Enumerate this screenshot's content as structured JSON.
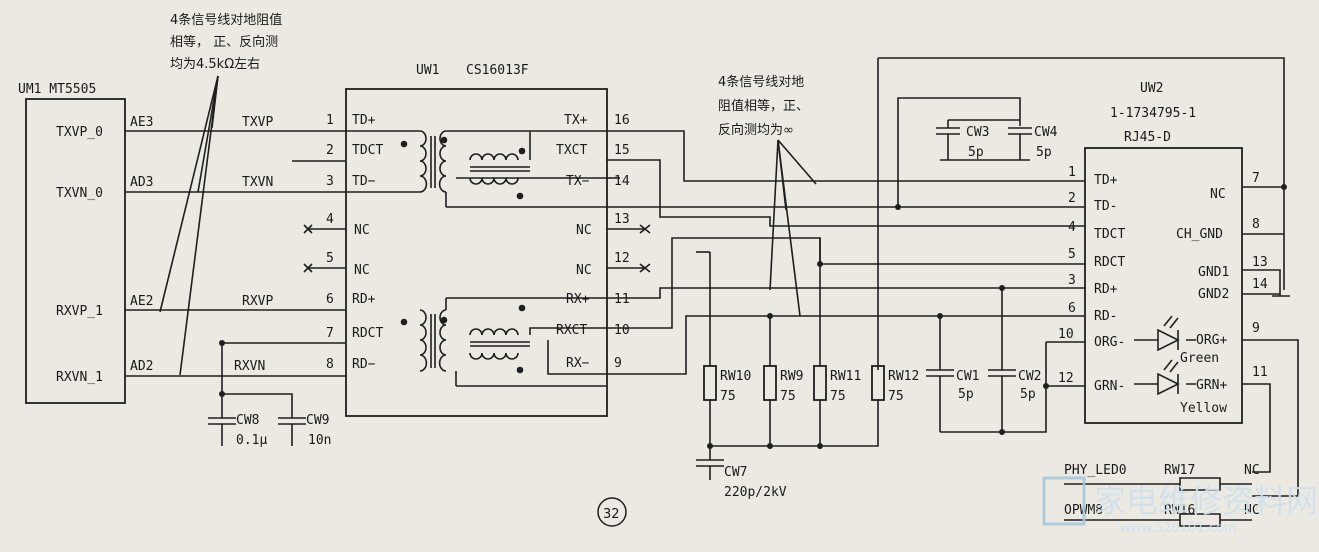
{
  "notes": {
    "left": [
      "4条信号线对地阻值",
      "相等，   正、反向测",
      "均为4.5kΩ左右"
    ],
    "right": [
      "4条信号线对地",
      "阻值相等，正、",
      "反向测均为∞"
    ]
  },
  "um1": {
    "title": "UM1  MT5505",
    "pins": [
      "TXVP_0",
      "TXVN_0",
      "RXVP_1",
      "RXVN_1"
    ],
    "balls": [
      "AE3",
      "AD3",
      "AE2",
      "AD2"
    ],
    "nets": [
      "TXVP",
      "TXVN",
      "RXVP",
      "RXVN"
    ]
  },
  "uw1": {
    "title": "UW1",
    "part": "CS16013F",
    "left_pins": [
      {
        "num": "1",
        "label": "TD+"
      },
      {
        "num": "2",
        "label": "TDCT"
      },
      {
        "num": "3",
        "label": "TD−"
      },
      {
        "num": "4",
        "label": "NC"
      },
      {
        "num": "5",
        "label": "NC"
      },
      {
        "num": "6",
        "label": "RD+"
      },
      {
        "num": "7",
        "label": "RDCT"
      },
      {
        "num": "8",
        "label": "RD−"
      }
    ],
    "right_pins": [
      {
        "num": "16",
        "label": "TX+"
      },
      {
        "num": "15",
        "label": "TXCT"
      },
      {
        "num": "14",
        "label": "TX−"
      },
      {
        "num": "13",
        "label": "NC"
      },
      {
        "num": "12",
        "label": "NC"
      },
      {
        "num": "11",
        "label": "RX+"
      },
      {
        "num": "10",
        "label": "RXCT"
      },
      {
        "num": "9",
        "label": "RX−"
      }
    ]
  },
  "uw2": {
    "title": "UW2",
    "part": "1-1734795-1",
    "type": "RJ45-D",
    "left_pins": [
      {
        "num": "1",
        "label": "TD+"
      },
      {
        "num": "2",
        "label": "TD-"
      },
      {
        "num": "4",
        "label": "TDCT"
      },
      {
        "num": "5",
        "label": "RDCT"
      },
      {
        "num": "3",
        "label": "RD+"
      },
      {
        "num": "6",
        "label": "RD-"
      },
      {
        "num": "10",
        "label": "ORG-"
      },
      {
        "num": "12",
        "label": "GRN-"
      }
    ],
    "right_pins": [
      {
        "num": "7",
        "label": "NC"
      },
      {
        "num": "8",
        "label": "CH_GND"
      },
      {
        "num": "13",
        "label": "GND1"
      },
      {
        "num": "14",
        "label": "GND2"
      },
      {
        "num": "9",
        "label": "ORG+"
      },
      {
        "num": "11",
        "label": "GRN+"
      }
    ],
    "led_colors": [
      "Green",
      "Yellow"
    ]
  },
  "components": {
    "caps": [
      {
        "ref": "CW3",
        "value": "5p"
      },
      {
        "ref": "CW4",
        "value": "5p"
      },
      {
        "ref": "CW8",
        "value": "0.1μ"
      },
      {
        "ref": "CW9",
        "value": "10n"
      },
      {
        "ref": "CW1",
        "value": "5p"
      },
      {
        "ref": "CW2",
        "value": "5p"
      },
      {
        "ref": "CW7",
        "value": "220p/2kV"
      }
    ],
    "resistors": [
      {
        "ref": "RW10",
        "value": "75"
      },
      {
        "ref": "RW9",
        "value": "75"
      },
      {
        "ref": "RW11",
        "value": "75"
      },
      {
        "ref": "RW12",
        "value": "75"
      }
    ]
  },
  "phy": {
    "led0": "PHY_LED0",
    "opwm": "OPWM8",
    "rw17": "RW17",
    "rw16": "RW16",
    "nc": "NC"
  },
  "figure_number": "32",
  "watermark": {
    "text": "家电维修资料网",
    "url": "www.520101.com"
  }
}
